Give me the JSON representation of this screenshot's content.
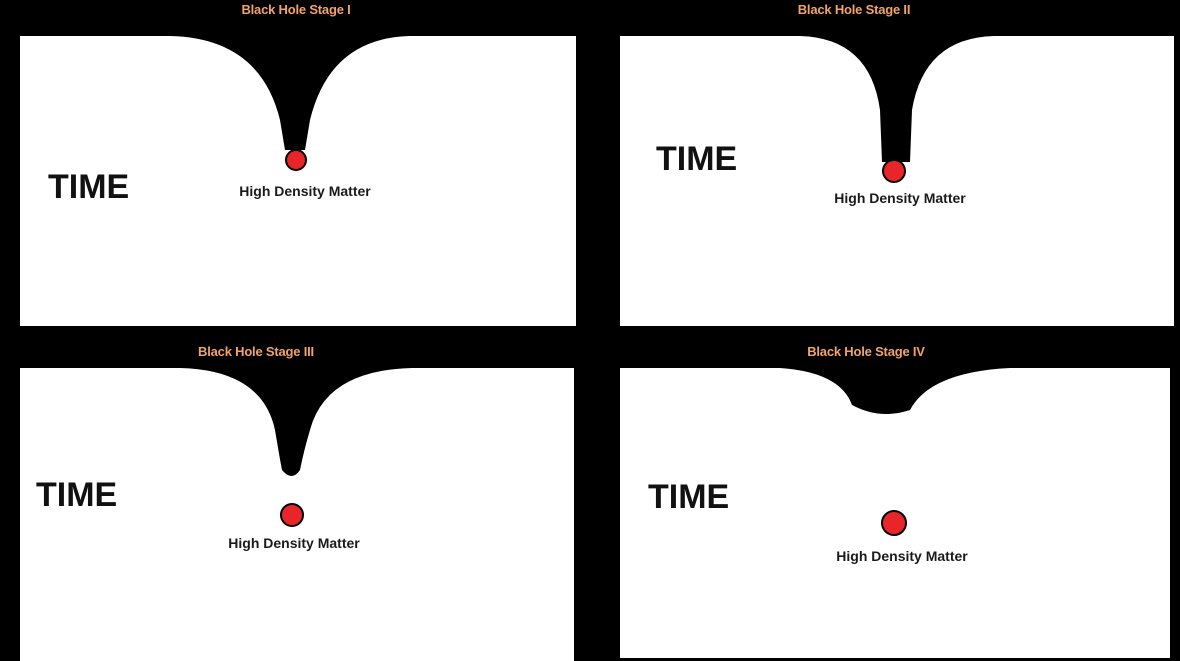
{
  "panels": [
    {
      "title": "Black Hole Stage I",
      "axis_label": "TIME",
      "matter_label": "High Density Matter"
    },
    {
      "title": "Black Hole Stage II",
      "axis_label": "TIME",
      "matter_label": "High Density Matter"
    },
    {
      "title": "Black Hole  Stage III",
      "axis_label": "TIME",
      "matter_label": "High Density Matter"
    },
    {
      "title": "Black Hole Stage IV",
      "axis_label": "TIME",
      "matter_label": "High Density Matter"
    }
  ],
  "colors": {
    "frame": "#000000",
    "title": "#f2a36b",
    "matter_fill": "#e8262a",
    "matter_stroke": "#000000",
    "panel_bg": "#ffffff"
  }
}
